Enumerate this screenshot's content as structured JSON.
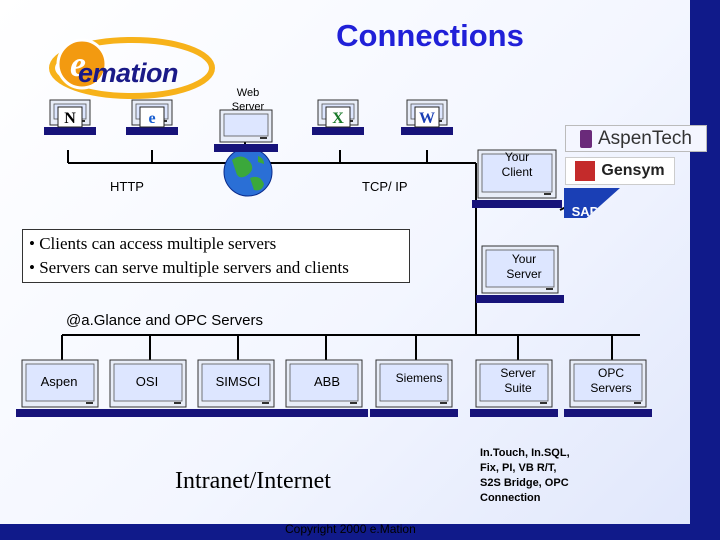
{
  "title": "Connections",
  "logo": {
    "text": "emation"
  },
  "clients": [
    {
      "icon": "netscape-icon"
    },
    {
      "icon": "internet-explorer-icon"
    },
    {
      "icon": "excel-icon"
    },
    {
      "icon": "word-icon"
    }
  ],
  "web_server_label": "Web\nServer",
  "http_label": "HTTP",
  "tcpip_label": "TCP/ IP",
  "your_client_label": "Your\nClient",
  "your_server_label": "Your\nServer",
  "bullets": [
    "Clients can access multiple servers",
    "Servers can serve multiple servers and clients"
  ],
  "servers_heading": "@a.Glance and OPC Servers",
  "servers": [
    {
      "label": "Aspen"
    },
    {
      "label": "OSI"
    },
    {
      "label": "SIMSCI"
    },
    {
      "label": "ABB"
    },
    {
      "label": "Siemens"
    },
    {
      "label": "Server\nSuite"
    },
    {
      "label": "OPC\nServers"
    }
  ],
  "vendors": {
    "aspentech": "AspenTech",
    "gensym": "Gensym",
    "sap": "SAP"
  },
  "intranet_label": "Intranet/Internet",
  "server_suite_desc": "In.Touch, In.SQL,\nFix, PI, VB R/T,\nS2S Bridge, OPC\nConnection",
  "copyright": "Copyright 2000 e.Mation",
  "colors": {
    "title": "#2020d8",
    "frame": "#101a8a",
    "monitor_screen": "#dde6ff",
    "computer_base": "#17137a"
  }
}
